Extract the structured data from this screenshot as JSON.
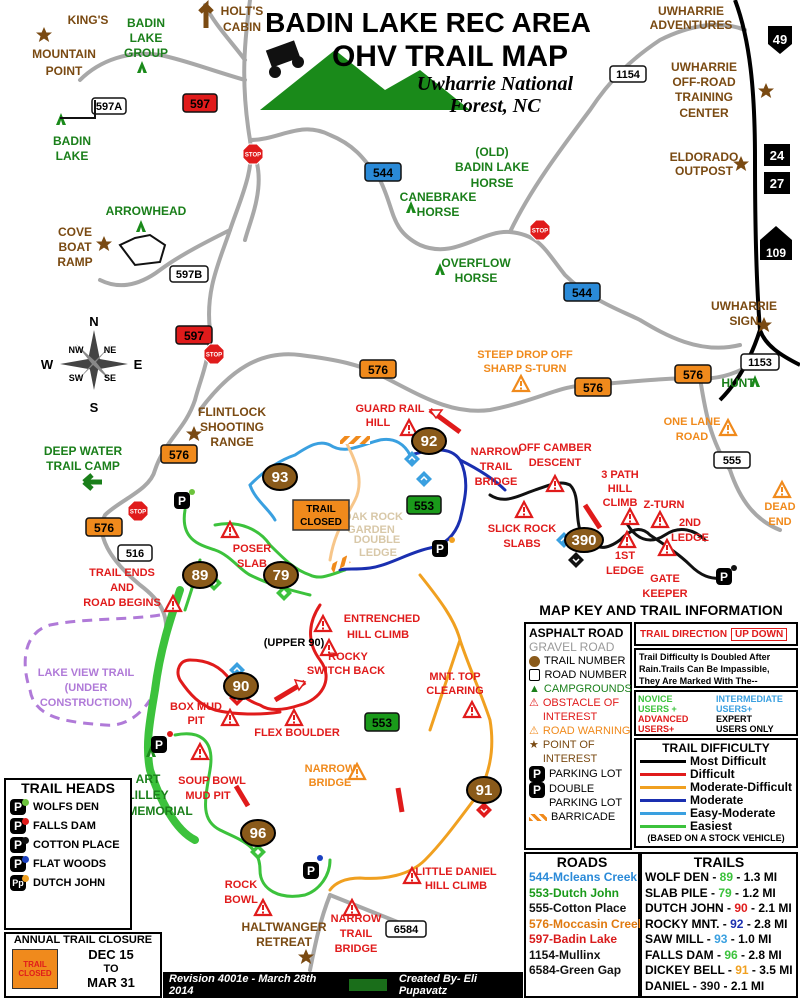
{
  "title": {
    "line1": "BADIN LAKE REC AREA",
    "line2": "OHV TRAIL MAP",
    "line3": "Uwharrie National",
    "line4": "Forest, NC"
  },
  "places": {
    "kings_mountain": [
      "KING'S",
      "MOUNTAIN",
      "POINT"
    ],
    "badin_lake_group": [
      "BADIN",
      "LAKE",
      "GROUP"
    ],
    "holts_cabin": [
      "HOLT'S",
      "CABIN"
    ],
    "uwharrie_adventures": [
      "UWHARRIE",
      "ADVENTURES"
    ],
    "uwharrie_offroad": [
      "UWHARRIE",
      "OFF-ROAD",
      "TRAINING",
      "CENTER"
    ],
    "eldorado": [
      "ELDORADO",
      "OUTPOST"
    ],
    "badin_lake": [
      "BADIN",
      "LAKE"
    ],
    "arrowhead": "ARROWHEAD",
    "cove_boat_ramp": [
      "COVE",
      "BOAT",
      "RAMP"
    ],
    "old_badin_lake_horse": [
      "(OLD)",
      "BADIN LAKE",
      "HORSE"
    ],
    "canebrake_horse": [
      "CANEBRAKE",
      "HORSE"
    ],
    "overflow_horse": [
      "OVERFLOW",
      "HORSE"
    ],
    "uwharrie_sign": [
      "UWHARRIE",
      "SIGN"
    ],
    "hunt": "HUNT",
    "flintlock": [
      "FLINTLOCK",
      "SHOOTING",
      "RANGE"
    ],
    "deep_water": [
      "DEEP WATER",
      "TRAIL CAMP"
    ],
    "lake_view": [
      "LAKE VIEW TRAIL",
      "(UNDER",
      "CONSTRUCTION)"
    ],
    "art_lilley": [
      "ART",
      "LILLEY",
      "MEMORIAL"
    ],
    "haltwanger": [
      "HALTWANGER",
      "RETREAT"
    ]
  },
  "notes": {
    "steep_drop": [
      "STEEP DROP OFF",
      "SHARP S-TURN"
    ],
    "one_lane_road": [
      "ONE LANE",
      "ROAD"
    ],
    "dead_end": [
      "DEAD",
      "END"
    ],
    "guard_rail_hill": [
      "GUARD RAIL",
      "HILL"
    ],
    "narrow_trail_bridge": [
      "NARROW",
      "TRAIL",
      "BRIDGE"
    ],
    "off_camber": [
      "OFF CAMBER",
      "DESCENT"
    ],
    "three_path": [
      "3 PATH",
      "HILL",
      "CLIMB"
    ],
    "z_turn": "Z-TURN",
    "second_ledge": [
      "2ND",
      "LEDGE"
    ],
    "first_ledge": [
      "1ST",
      "LEDGE"
    ],
    "gate_keeper": [
      "GATE",
      "KEEPER"
    ],
    "slick_rock": [
      "SLICK ROCK",
      "SLABS"
    ],
    "trail_closed": [
      "TRAIL",
      "CLOSED"
    ],
    "oak_rock_garden": [
      "OAK ROCK",
      "GARDEN"
    ],
    "double_ledge": [
      "DOUBLE",
      "LEDGE"
    ],
    "poser_slab": [
      "POSER",
      "SLAB"
    ],
    "trail_ends": [
      "TRAIL ENDS",
      "AND",
      "ROAD BEGINS"
    ],
    "entrenched": [
      "ENTRENCHED",
      "HILL CLIMB"
    ],
    "upper_90": "(UPPER 90)",
    "rocky_switchback": [
      "ROCKY",
      "SWITCH BACK"
    ],
    "mnt_top": [
      "MNT. TOP",
      "CLEARING"
    ],
    "box_mud_pit": [
      "BOX MUD",
      "PIT"
    ],
    "flex_boulder": "FLEX BOULDER",
    "soup_bowl": [
      "SOUP BOWL",
      "MUD PIT"
    ],
    "narrow_bridge": [
      "NARROW",
      "BRIDGE"
    ],
    "rock_bowl": [
      "ROCK",
      "BOWL"
    ],
    "little_daniel": [
      "LITTLE DANIEL",
      "HILL CLIMB"
    ],
    "narrow_trail_bridge2": [
      "NARROW",
      "TRAIL",
      "BRIDGE"
    ]
  },
  "roads": {
    "r597a": "597A",
    "r597": "597",
    "r597b": "597B",
    "r544": "544",
    "r1154": "1154",
    "r576": "576",
    "r553": "553",
    "r555": "555",
    "r516": "516",
    "r1153": "1153",
    "r6584": "6584",
    "h49": "49",
    "h24": "24",
    "h27": "27",
    "h109": "109"
  },
  "trail_numbers": {
    "t89": "89",
    "t79": "79",
    "t93": "93",
    "t92": "92",
    "t90": "90",
    "t96": "96",
    "t91": "91",
    "t390": "390"
  },
  "compass": {
    "n": "N",
    "s": "S",
    "e": "E",
    "w": "W",
    "nw": "NW",
    "ne": "NE",
    "sw": "SW",
    "se": "SE"
  },
  "stop": "STOP",
  "key": {
    "title": "MAP KEY AND TRAIL INFORMATION",
    "asphalt": "ASPHALT ROAD",
    "gravel": "GRAVEL ROAD",
    "trail_number": "TRAIL NUMBER",
    "road_number": "ROAD NUMBER",
    "campgrounds": "CAMPGROUNDS",
    "obstacle": [
      "OBSTACLE OF",
      "INTEREST"
    ],
    "road_warning": "ROAD WARNING",
    "poi": [
      "POINT OF",
      "INTEREST"
    ],
    "parking": "PARKING LOT",
    "double_parking": [
      "DOUBLE",
      "PARKING LOT"
    ],
    "barricade": "BARRICADE",
    "trail_direction": "TRAIL DIRECTION",
    "up": "UP",
    "down": "DOWN",
    "difficulty_note": [
      "Trail Difficulty Is Doubled After",
      "Rain.Trails Can Be Impassible,",
      "They Are Marked With The--"
    ],
    "novice": [
      "NOVICE",
      "USERS +"
    ],
    "intermediate": [
      "INTERMEDIATE",
      "USERS+"
    ],
    "advanced": [
      "ADVANCED",
      "USERS+"
    ],
    "expert": [
      "EXPERT",
      "USERS ONLY"
    ],
    "difficulty_title": "TRAIL DIFFICULTY",
    "difficulty": [
      {
        "label": "Most Difficult",
        "color": "#000000"
      },
      {
        "label": "Difficult",
        "color": "#e01b1b"
      },
      {
        "label": "Moderate-Difficult",
        "color": "#f0a020"
      },
      {
        "label": "Moderate",
        "color": "#1a2fb0"
      },
      {
        "label": "Easy-Moderate",
        "color": "#3aa0e0"
      },
      {
        "label": "Easiest",
        "color": "#3cc23c"
      }
    ],
    "difficulty_note2": "(BASED ON A STOCK VEHICLE)"
  },
  "roads_list": {
    "title": "ROADS",
    "items": [
      {
        "text": "544-Mcleans Creek",
        "color": "#2a8ad8"
      },
      {
        "text": "553-Dutch John",
        "color": "#1a9a1a"
      },
      {
        "text": "555-Cotton Place",
        "color": "#111111"
      },
      {
        "text": "576-Moccasin Creek",
        "color": "#e07a10"
      },
      {
        "text": "597-Badin Lake",
        "color": "#d81b1b"
      },
      {
        "text": "1154-Mullinx",
        "color": "#111111"
      },
      {
        "text": "6584-Green Gap",
        "color": "#111111"
      }
    ]
  },
  "trails_list": {
    "title": "TRAILS",
    "items": [
      {
        "name": "WOLF DEN - ",
        "num": "89",
        "len": " - 1.3 MI",
        "color": "#3cc23c"
      },
      {
        "name": "SLAB PILE - ",
        "num": "79",
        "len": " - 1.2 MI",
        "color": "#3cc23c"
      },
      {
        "name": "DUTCH JOHN - ",
        "num": "90",
        "len": " - 2.1 MI",
        "color": "#e01b1b"
      },
      {
        "name": "ROCKY MNT. - ",
        "num": "92",
        "len": " - 2.8 MI",
        "color": "#1a2fb0"
      },
      {
        "name": "SAW MILL - ",
        "num": "93",
        "len": " - 1.0 MI",
        "color": "#3aa0e0"
      },
      {
        "name": "FALLS DAM - ",
        "num": "96",
        "len": " - 2.8 MI",
        "color": "#3cc23c"
      },
      {
        "name": "DICKEY BELL - ",
        "num": "91",
        "len": " - 3.5 MI",
        "color": "#f0a020"
      },
      {
        "name": "DANIEL - ",
        "num": "390",
        "len": " - 2.1 MI",
        "color": "#111111"
      }
    ]
  },
  "trailheads": {
    "title": "TRAIL HEADS",
    "items": [
      {
        "label": "WOLFS DEN",
        "dot": "#6cc33c"
      },
      {
        "label": "FALLS DAM",
        "dot": "#e01b1b"
      },
      {
        "label": "COTTON PLACE",
        "dot": "#111111"
      },
      {
        "label": "FLAT WOODS",
        "dot": "#1a40c0"
      },
      {
        "label": "DUTCH JOHN",
        "dot": "#f0a020"
      }
    ]
  },
  "closure": {
    "title": "ANNUAL TRAIL CLOSURE",
    "sign": [
      "TRAIL",
      "CLOSED"
    ],
    "dates": [
      "DEC 15",
      "TO",
      "MAR 31"
    ]
  },
  "footer": {
    "revision": "Revision 4001e - March 28th 2014",
    "credit": "Created By- Eli Pupavatz"
  }
}
